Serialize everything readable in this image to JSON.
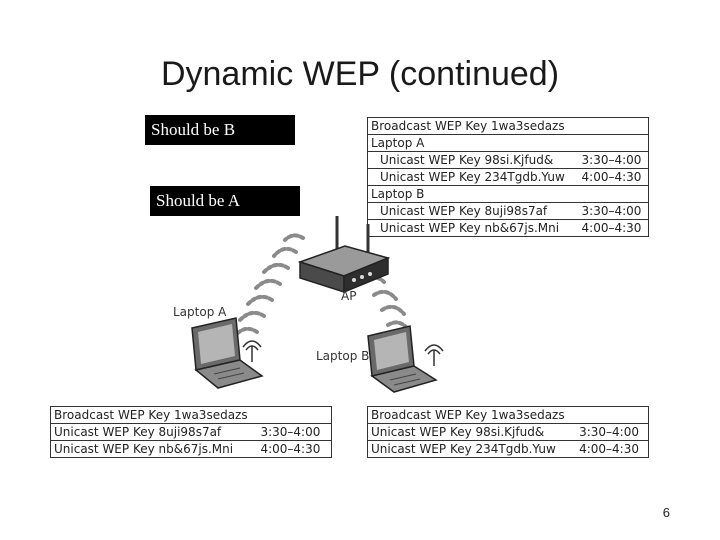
{
  "title": "Dynamic WEP (continued)",
  "callouts": {
    "top": "Should be B",
    "middle": "Should be A"
  },
  "ap_table": {
    "broadcast": "Broadcast WEP Key 1wa3sedazs",
    "laptop_a": "Laptop A",
    "a_row1_key": "Unicast WEP Key 98si.Kjfud&",
    "a_row1_time": "3:30–4:00",
    "a_row2_key": "Unicast WEP Key 234Tgdb.Yuw",
    "a_row2_time": "4:00–4:30",
    "laptop_b": "Laptop B",
    "b_row1_key": "Unicast WEP Key 8uji98s7af",
    "b_row1_time": "3:30–4:00",
    "b_row2_key": "Unicast WEP Key nb&67js.Mni",
    "b_row2_time": "4:00–4:30"
  },
  "left_table": {
    "broadcast": "Broadcast WEP Key 1wa3sedazs",
    "row1_key": "Unicast WEP Key 8uji98s7af",
    "row1_time": "3:30–4:00",
    "row2_key": "Unicast WEP Key nb&67js.Mni",
    "row2_time": "4:00–4:30"
  },
  "right_table": {
    "broadcast": "Broadcast WEP Key 1wa3sedazs",
    "row1_key": "Unicast WEP Key 98si.Kjfud&",
    "row1_time": "3:30–4:00",
    "row2_key": "Unicast WEP Key 234Tgdb.Yuw",
    "row2_time": "4:00–4:30"
  },
  "labels": {
    "ap": "AP",
    "laptop_a": "Laptop A",
    "laptop_b": "Laptop B"
  },
  "slide_number": "6"
}
